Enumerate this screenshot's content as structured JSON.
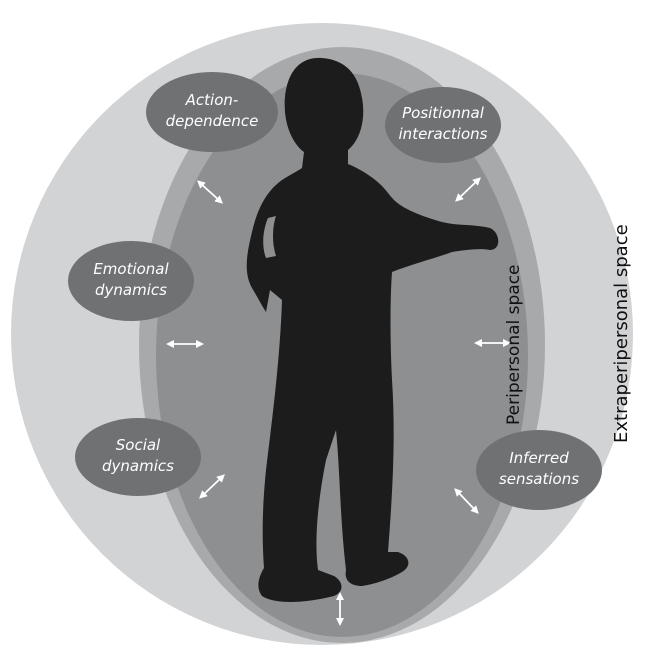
{
  "labels": {
    "extrapersonal": "Extraperipersonal space",
    "peripersonal": "Peripersonal space"
  },
  "bubbles": [
    {
      "id": "action",
      "line1": "Action-",
      "line2": "dependence"
    },
    {
      "id": "positional",
      "line1": "Positionnal",
      "line2": "interactions"
    },
    {
      "id": "emotional",
      "line1": "Emotional",
      "line2": "dynamics"
    },
    {
      "id": "social",
      "line1": "Social",
      "line2": "dynamics"
    },
    {
      "id": "inferred",
      "line1": "Inferred",
      "line2": "sensations"
    }
  ],
  "colors": {
    "outer_space": "#d2d3d5",
    "middle_ring": "#a8a9ab",
    "peripersonal": "#8e8f91",
    "bubble": "#707173",
    "silhouette": "#1c1c1c",
    "arrow": "#ffffff"
  }
}
